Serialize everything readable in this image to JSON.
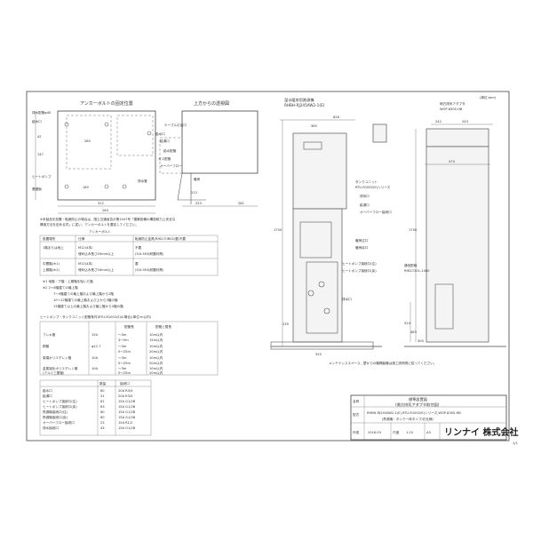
{
  "title_block": {
    "label_title": "名称",
    "title_line1": "標準設置図",
    "title_line2": "(側方排気アダプタ取付図)",
    "label_model": "型式",
    "model_line1": "RHBH-RJ245AW2-1(E),RTU-R1002(E)シリーズ,WOP-8305-HB",
    "model_line2": "(熱源機・タンク一体タイプ/右仕様)",
    "label_made": "作成",
    "date": "2016.03",
    "label_scale": "尺度",
    "scale": "1:10",
    "label_size": "サイズ",
    "size": "A3",
    "company": "リンナイ 株式会社",
    "page_no": "1/1"
  },
  "top_labels": {
    "unit_mm": "(単位:mm)",
    "anchor_position": "アンカーボルトの固定位置",
    "top_view": "上方からの透視図",
    "heat_source_model": "温水暖房用熱源機",
    "heat_source_code": "RHBH-RJ245AW2-1(E)",
    "adapter_name": "側方排気アダプタ",
    "adapter_code": "WOP-8305-HB",
    "tank_unit": "タンクユニット",
    "tank_code": "RTU-R1002(E)シリーズ",
    "remote_name": "通信配線",
    "remote_code": "RHD-T201-1000",
    "maintenance_note": "メンテナンススペース、壁からの離隔距離は施工説明書に従ってください。"
  },
  "left_callouts": [
    "排水配管φ40",
    "給水口",
    "ヒートポンプ",
    "基礎面"
  ],
  "mid_callouts": [
    "ケーブル引出口",
    "給水口",
    "給湯口",
    "給水配管",
    "ガス配管",
    "オーバーフロー",
    "排水管",
    "暖房"
  ],
  "right_callouts": [
    "排気口",
    "給湯口",
    "オーバーフロー接続口",
    "暖房往口",
    "暖房戻口",
    "ヒートポンプ接続口(往)",
    "ヒートポンプ接続口(戻)",
    "排水口"
  ],
  "dimensions": {
    "top_width": "626",
    "top_left": "365",
    "depth_right": "474",
    "adapter_a": "242",
    "adapter_b": "243",
    "height": "1750",
    "low_a": "239",
    "low_b": "320",
    "side_a": "524",
    "side_b": "483",
    "side_c": "300",
    "plan_a": "312",
    "plan_b": "264",
    "plan_c": "281",
    "plan_d": "185",
    "plan_e": "280",
    "plan_f": "212",
    "plan_g": "253",
    "plan_h": "42",
    "plan_i": "147"
  },
  "notes_block": {
    "note1": "※本製品を設置・転倒防止の場合は、国土交通省告示第1447号「建築設備の構造耐力上安全な",
    "note2": "構造方法を定める件」に従い、アンカーボルトを選定してください。",
    "anchor_title": "アンカーボルト",
    "col_headers": [
      "設置場所",
      "仕様",
      "転倒防止金具(RHD-TUB02)要/不要"
    ],
    "rows": [
      [
        "1階または地上",
        "M12(4本)",
        "不要"
      ],
      [
        "",
        "埋め込み長さ40mm以上",
        "(5/4.5Eの耐震対策)"
      ],
      [
        "中間階(※1)",
        "M12(4本)",
        "要"
      ],
      [
        "上層階(※2)",
        "埋め込み長さ50mm以上",
        "(5/4.5Eの耐震対策)"
      ]
    ],
    "foot1": "※1 地階・下階・上層階を除いた階",
    "foot2": "※2 2〜6階建ての最上階",
    "foot3": "7〜9階建ての最上階および最上階から2階",
    "foot4": "10〜12階建ての最上階および上から3階の階",
    "foot5": "13階建て以上の最上階および最上階から4階の階"
  },
  "pipe_table_title": "ヒートポンプ・タンクユニット配管条件(RTU-R1002(E)の場合)(単位:m以内)",
  "pipe_table": {
    "headers": [
      "",
      "",
      "配管長",
      "配管上限長"
    ],
    "rows": [
      [
        "フレキ管",
        "15A",
        "〜3m",
        "10m以内"
      ],
      [
        "",
        "",
        "3〜5m",
        "15m以内"
      ],
      [
        "銅管",
        "φ12.7",
        "〜3m",
        "10m以内"
      ],
      [
        "",
        "",
        "5〜25m",
        "20m以内"
      ],
      [
        "架橋ポリエチレン管",
        "10A",
        "〜3m",
        "10m以内"
      ],
      [
        "",
        "",
        "5〜25m",
        "20m以内"
      ],
      [
        "金属強化ポリエチレン管",
        "10A",
        "〜3m",
        "10m以内"
      ],
      [
        "(アルミ三層管)",
        "",
        "5〜25m",
        "20m以内"
      ]
    ]
  },
  "conn_table": {
    "headers": [
      "",
      "数量",
      "接続口"
    ],
    "rows": [
      [
        "給水口",
        "80",
        "20A R3/4"
      ],
      [
        "給湯口",
        "51",
        "20A R3/4"
      ],
      [
        "ヒートポンプ接続口(往)",
        "61",
        "15A G1/2B"
      ],
      [
        "ヒートポンプ接続口(戻)",
        "63",
        "15A G1/2B"
      ],
      [
        "熱源機接続口(往)",
        "60",
        "15A G1/2B"
      ],
      [
        "熱源機接続口(戻)",
        "60",
        "15A G1/2B"
      ],
      [
        "オーバーフロー接続口",
        "23",
        "15A R1/2"
      ],
      [
        "排水接続口",
        "43",
        "15A G1/2B"
      ]
    ]
  }
}
